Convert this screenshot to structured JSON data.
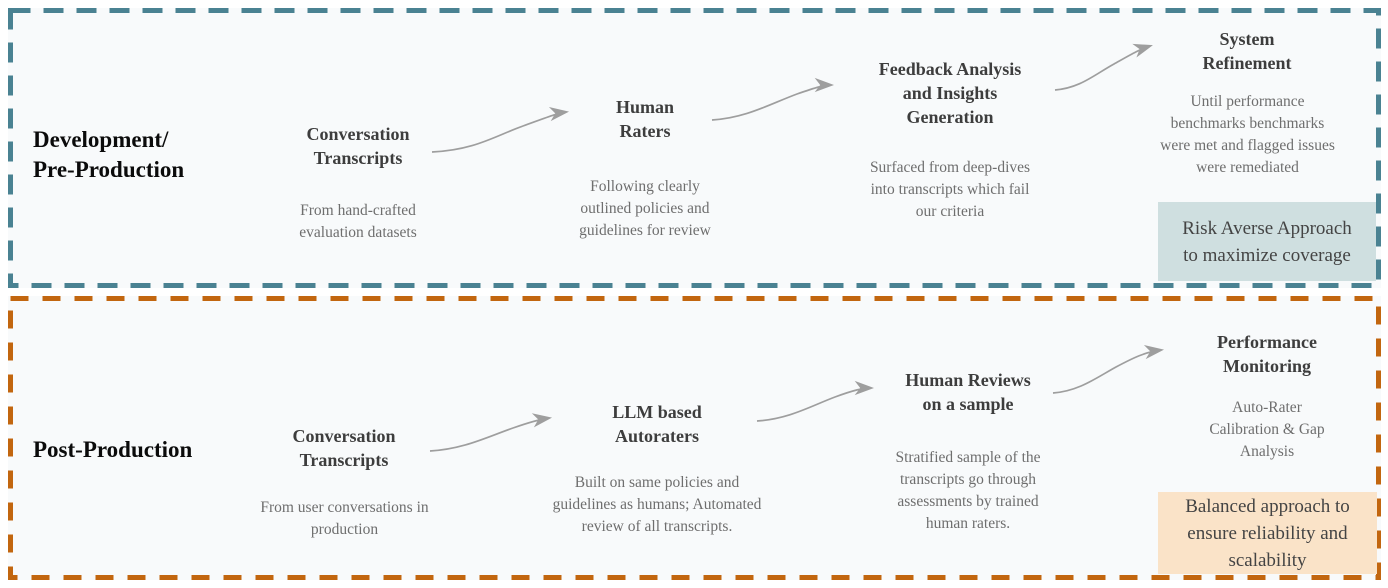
{
  "colors": {
    "dev_border": "#4A8292",
    "post_border": "#C2660F",
    "dev_highlight_bg": "#CFDFE0",
    "post_highlight_bg": "#FAE3C8",
    "section_bg": "#F8FAFB",
    "arrow": "#9E9E9E"
  },
  "sections": [
    {
      "id": "development",
      "label": "Development/\nPre-Production",
      "steps": [
        {
          "title": "Conversation\nTranscripts",
          "description": "From hand-crafted\nevaluation datasets"
        },
        {
          "title": "Human\nRaters",
          "description": "Following clearly\noutlined policies and\nguidelines for review"
        },
        {
          "title": "Feedback Analysis\nand Insights\nGeneration",
          "description": "Surfaced from deep-dives\ninto transcripts which fail\nour criteria"
        },
        {
          "title": "System\nRefinement",
          "description": "Until performance\nbenchmarks benchmarks\nwere met and flagged issues\nwere remediated"
        }
      ],
      "highlight": "Risk Averse Approach\nto maximize coverage"
    },
    {
      "id": "post-production",
      "label": "Post-Production",
      "steps": [
        {
          "title": "Conversation\nTranscripts",
          "description": "From user conversations in\nproduction"
        },
        {
          "title": "LLM based\nAutoraters",
          "description": "Built on same policies and\nguidelines as humans; Automated\nreview of all transcripts."
        },
        {
          "title": "Human Reviews\non a sample",
          "description": "Stratified sample of the\ntranscripts go through\nassessments by trained\nhuman raters."
        },
        {
          "title": "Performance\nMonitoring",
          "description": "Auto-Rater\nCalibration & Gap\nAnalysis"
        }
      ],
      "highlight": "Balanced approach to\nensure reliability and\nscalability"
    }
  ]
}
